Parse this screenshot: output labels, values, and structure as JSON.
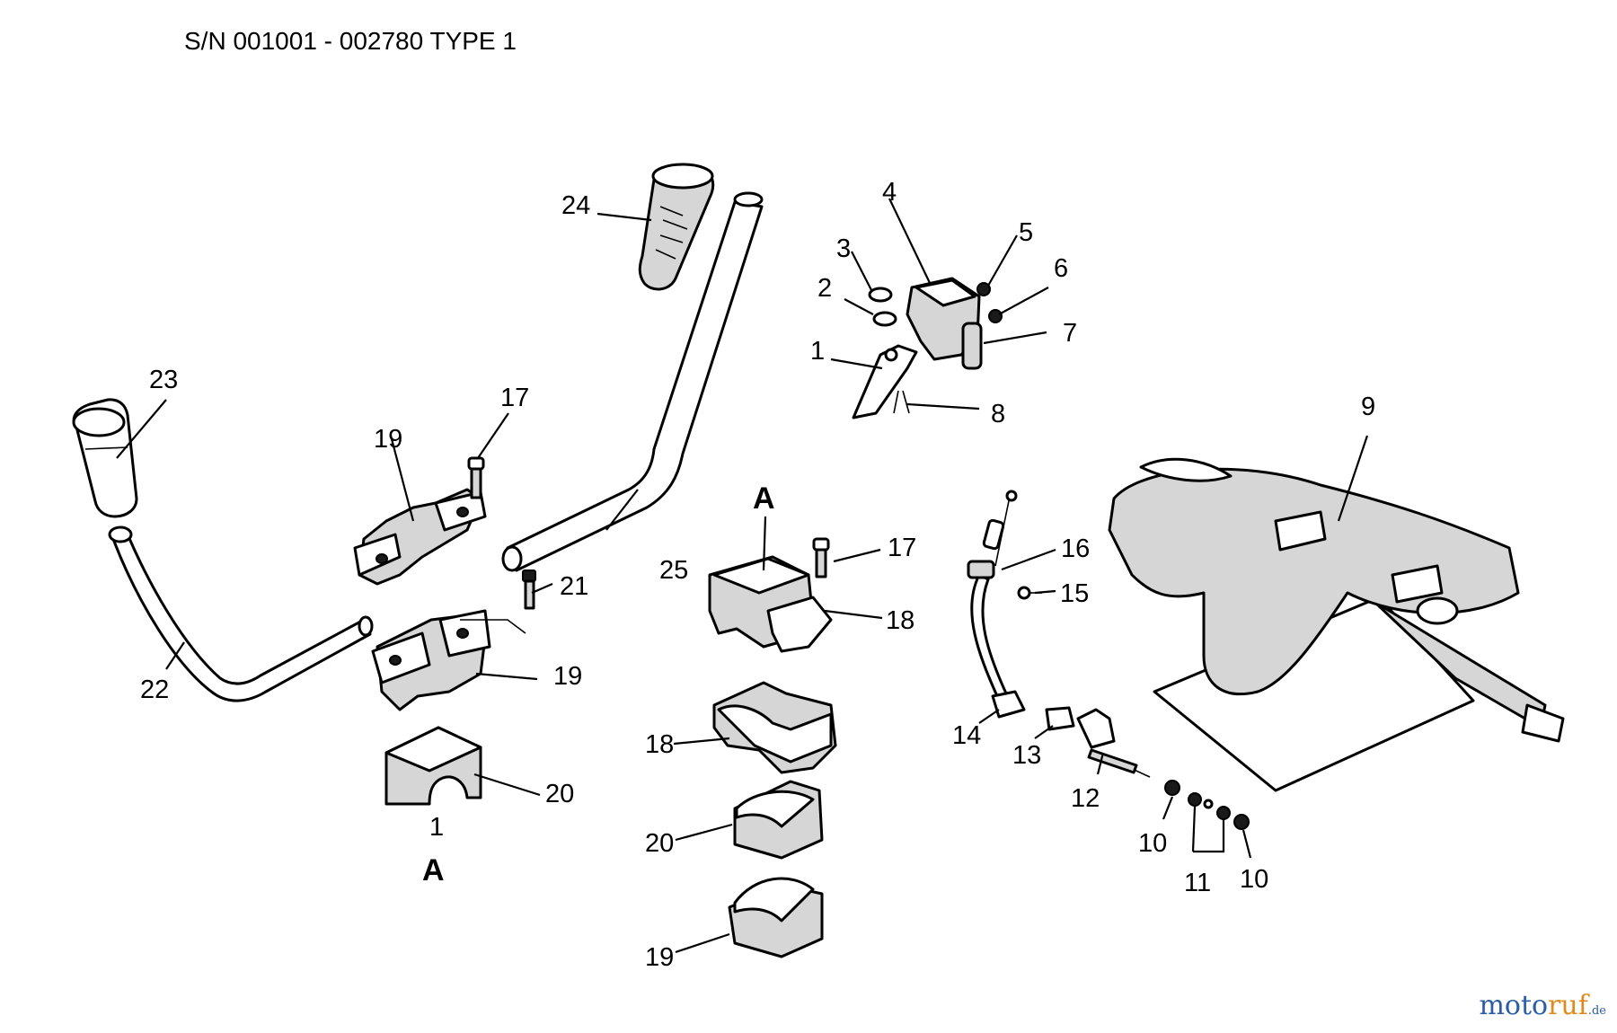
{
  "header": {
    "title": "S/N 001001 - 002780 TYPE 1"
  },
  "callouts": {
    "c1": "1",
    "c2": "2",
    "c3": "3",
    "c4": "4",
    "c5": "5",
    "c6": "6",
    "c7": "7",
    "c8": "8",
    "c9": "9",
    "c10a": "10",
    "c10b": "10",
    "c11": "11",
    "c12": "12",
    "c13": "13",
    "c14": "14",
    "c15": "15",
    "c16": "16",
    "c17a": "17",
    "c17b": "17",
    "c18a": "18",
    "c18b": "18",
    "c19a": "19",
    "c19b": "19",
    "c19c": "19",
    "c20a": "20",
    "c20b": "20",
    "c21": "21",
    "c22": "22",
    "c23": "23",
    "c24": "24",
    "c25": "25",
    "sub1": "1",
    "detailA1": "A",
    "detailA2": "A"
  },
  "watermark": {
    "brand_a": "moto",
    "brand_b": "ruf",
    "suffix": ".de"
  }
}
